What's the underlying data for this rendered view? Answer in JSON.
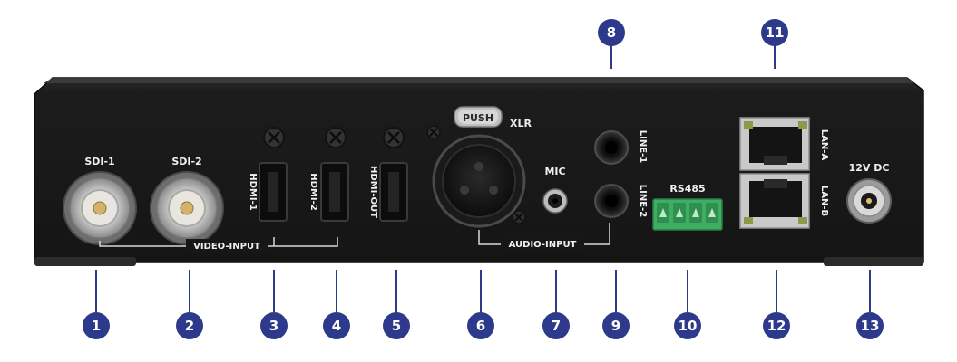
{
  "colors": {
    "badge": "#2d3a8c",
    "panel": "#1b1b1b",
    "panel_edge": "#333333",
    "leader": "#2d3a8c",
    "terminal": "#3fae62"
  },
  "labels": {
    "sdi1": "SDI-1",
    "sdi2": "SDI-2",
    "video_input": "VIDEO-INPUT",
    "hdmi1": "HDMI-1",
    "hdmi2": "HDMI-2",
    "hdmi_out": "HDMI-OUT",
    "push": "PUSH",
    "xlr": "XLR",
    "mic": "MIC",
    "line1": "LINE-1",
    "line2": "LINE-2",
    "audio_input": "AUDIO-INPUT",
    "rs485": "RS485",
    "lan_a": "LAN-A",
    "lan_b": "LAN-B",
    "dc": "12V DC"
  },
  "callouts": [
    "1",
    "2",
    "3",
    "4",
    "5",
    "6",
    "7",
    "8",
    "9",
    "10",
    "11",
    "12",
    "13"
  ]
}
